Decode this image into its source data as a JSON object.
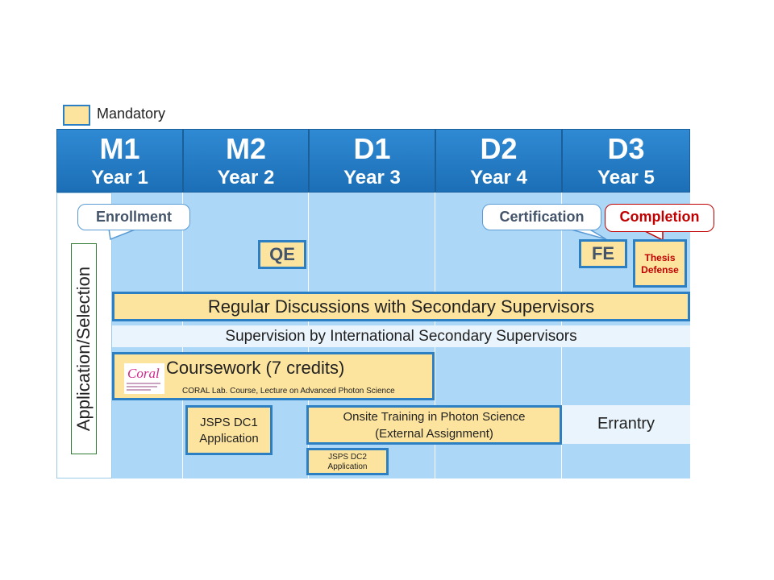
{
  "legend": {
    "label": "Mandatory"
  },
  "columns": [
    {
      "level": "M1",
      "year": "Year 1"
    },
    {
      "level": "M2",
      "year": "Year 2"
    },
    {
      "level": "D1",
      "year": "Year 3"
    },
    {
      "level": "D2",
      "year": "Year 4"
    },
    {
      "level": "D3",
      "year": "Year 5"
    }
  ],
  "side_label": "Application/Selection",
  "callouts": {
    "enrollment": "Enrollment",
    "certification": "Certification",
    "completion": "Completion"
  },
  "milestones": {
    "qe": "QE",
    "fe": "FE",
    "thesis_defense_1": "Thesis",
    "thesis_defense_2": "Defense"
  },
  "bars": {
    "regular_discussions": "Regular Discussions with Secondary Supervisors",
    "international_supervision": "Supervision  by International  Secondary  Supervisors",
    "coursework_title": "Coursework (7 credits)",
    "coursework_sub": "CORAL Lab. Course, Lecture on Advanced Photon Science",
    "coral_logo_text": "Coral",
    "jsps_dc1_line1": "JSPS DC1",
    "jsps_dc1_line2": "Application",
    "onsite_line1": "Onsite Training in Photon Science",
    "onsite_line2": "(External Assignment)",
    "jsps_dc2_line1": "JSPS DC2",
    "jsps_dc2_line2": "Application",
    "errantry": "Errantry"
  },
  "colors": {
    "header": "#1f78c1",
    "column_fill": "#add7f6",
    "mandatory_fill": "#fde49e",
    "box_border": "#2d7fc4",
    "completion_red": "#c00000"
  }
}
